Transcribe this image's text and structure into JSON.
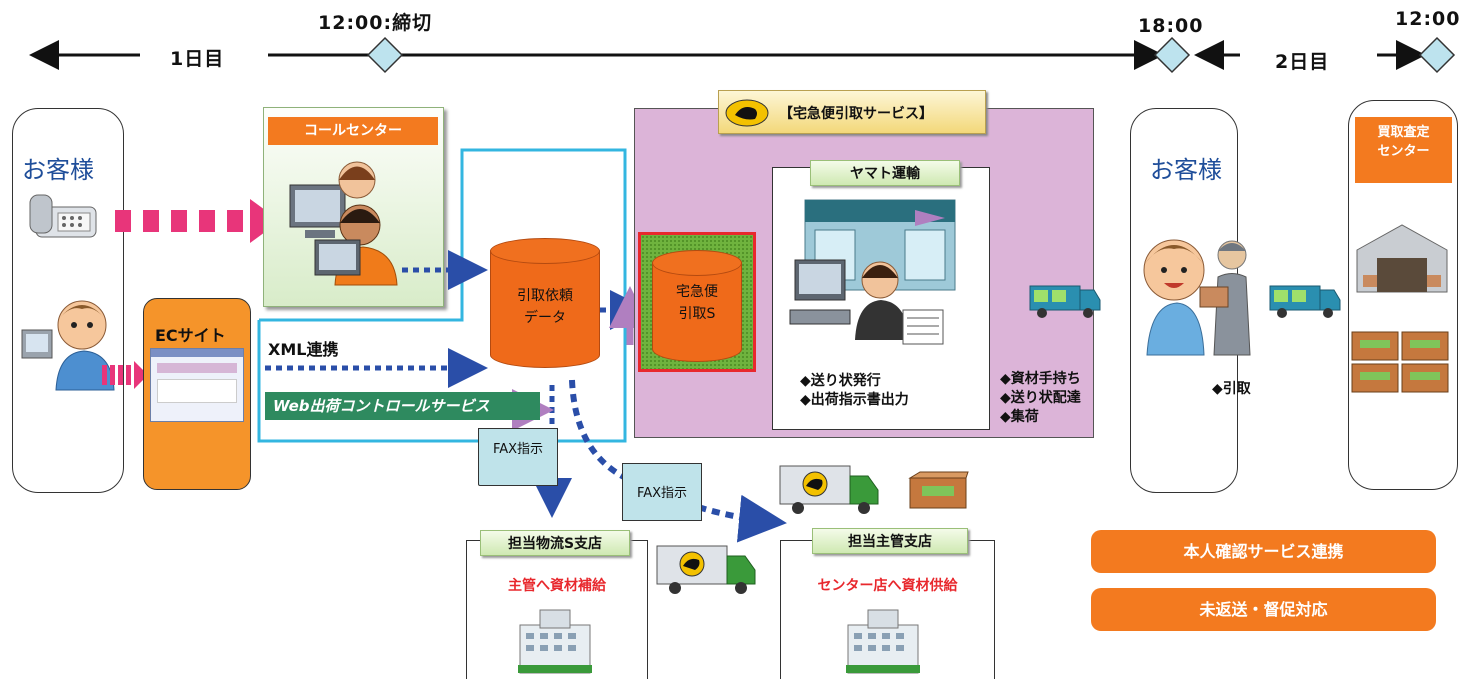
{
  "timeline": {
    "day1": "1日目",
    "deadline": "12:00:締切",
    "t18": "18:00",
    "day2": "2日目",
    "t12": "12:00"
  },
  "customer_left": {
    "label": "お客様"
  },
  "customer_right": {
    "label": "お客様",
    "action": "◆引取"
  },
  "call_center": {
    "label": "コールセンター"
  },
  "ec_site": {
    "label": "ECサイト"
  },
  "xml_link": "XML連携",
  "web_service": "Web出荷コントロールサービス",
  "request_db": {
    "line1": "引取依頼",
    "line2": "データ"
  },
  "takkyubin_service": {
    "title": "【宅急便引取サービス】"
  },
  "takkyubin_db": {
    "line1": "宅急便",
    "line2": "引取S"
  },
  "yamato": {
    "label": "ヤマト運輸",
    "bullets": [
      "◆送り状発行",
      "◆出荷指示書出力"
    ]
  },
  "delivery_bullets": [
    "◆資材手持ち",
    "◆送り状配達",
    "◆集荷"
  ],
  "assessment_center": {
    "line1": "買取査定",
    "line2": "センター"
  },
  "fax1": "FAX指示",
  "fax2": "FAX指示",
  "branch_logistics": {
    "label": "担当物流S支店",
    "action": "主管へ資材補給"
  },
  "branch_main": {
    "label": "担当主管支店",
    "action": "センター店へ資材供給"
  },
  "buttons": {
    "identity": "本人確認サービス連携",
    "followup": "未返送・督促対応"
  },
  "colors": {
    "orange": "#f37a1f",
    "purple_area": "#dcb4d8",
    "cyan_line": "#33b6e0",
    "arrow_blue": "#2a4ea8",
    "arrow_pink": "#e8357a"
  }
}
